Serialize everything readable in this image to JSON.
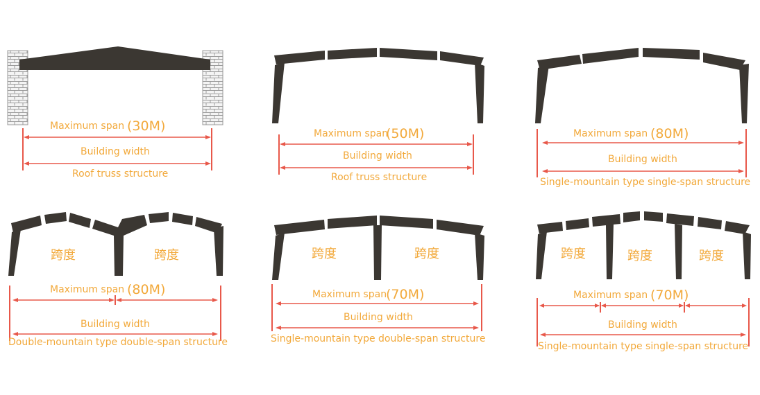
{
  "colors": {
    "steel": "#3b3732",
    "label": "#f2a93b",
    "dimension": "#e8584a",
    "brick": "#9a9a9a"
  },
  "panels": [
    {
      "span_label": "Maximum span",
      "span_value": "(30M)",
      "width_label": "Building width",
      "caption": "Roof truss structure",
      "bays": []
    },
    {
      "span_label": "Maximum span",
      "span_value": "(50M)",
      "width_label": "Building width",
      "caption": "Roof truss structure",
      "bays": []
    },
    {
      "span_label": "Maximum span",
      "span_value": "(80M)",
      "width_label": "Building width",
      "caption": "Single-mountain type single-span structure",
      "bays": []
    },
    {
      "span_label": "Maximum span",
      "span_value": "(80M)",
      "width_label": "Building width",
      "caption": "Double-mountain type double-span structure",
      "bays": [
        "跨度",
        "跨度"
      ]
    },
    {
      "span_label": "Maximum span",
      "span_value": "(70M)",
      "width_label": "Building width",
      "caption": "Single-mountain type double-span structure",
      "bays": [
        "跨度",
        "跨度"
      ]
    },
    {
      "span_label": "Maximum span",
      "span_value": "(70M)",
      "width_label": "Building width",
      "caption": "Single-mountain type single-span structure",
      "bays": [
        "跨度",
        "跨度",
        "跨度"
      ]
    }
  ]
}
